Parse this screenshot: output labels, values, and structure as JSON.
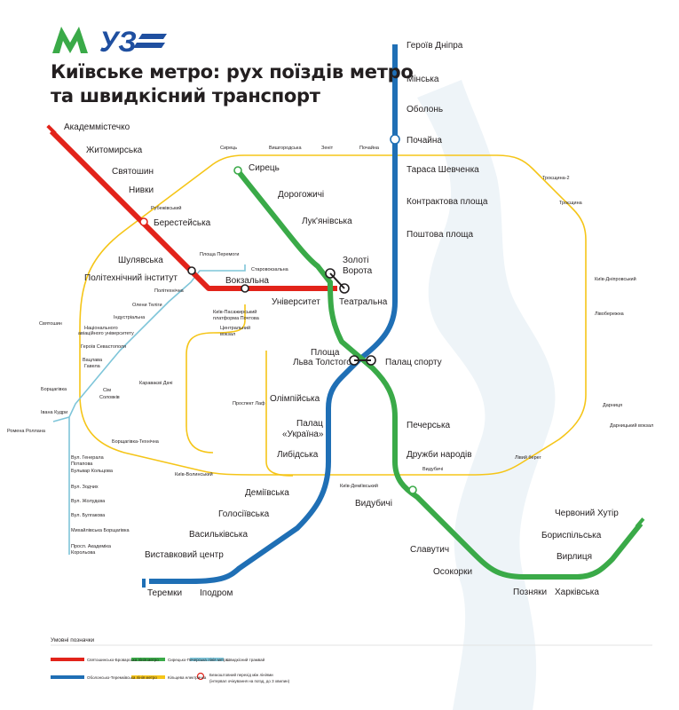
{
  "title_line1": "Київське метро: рух поїздів метро",
  "title_line2": "та швидкісний транспорт",
  "colors": {
    "red": "#e2231a",
    "blue": "#1f6fb5",
    "green": "#3aaa48",
    "yellow": "#f5c518",
    "lightblue": "#7ec5d9",
    "water": "#eef4f8"
  },
  "icons": [
    "metro-logo-icon",
    "uz-logo-icon",
    "interchange-icon",
    "railway-station-icon",
    "airport-icon"
  ],
  "labels": {
    "r_akad": "Академмістечко",
    "r_zhyt": "Житомирська",
    "r_sviat": "Святошин",
    "r_nyv": "Нивки",
    "r_ber": "Берестейська",
    "r_shul": "Шулявська",
    "r_poli": "Політехнічний інститут",
    "r_vokz": "Вокзальна",
    "r_univ": "Університет",
    "r_teat": "Театральна",
    "b_heroiv": "Героїв Дніпра",
    "b_minsk": "Мінська",
    "b_obol": "Оболонь",
    "b_poch": "Почайна",
    "b_taras": "Тараса Шевченка",
    "b_kontr": "Контрактова площа",
    "b_posht": "Поштова площа",
    "b_ploshcha1": "Площа",
    "b_ploshcha2": "Льва Толстого",
    "b_olimp": "Олімпійська",
    "b_palats1": "Палац",
    "b_palats2": "«Україна»",
    "b_lyb": "Либідська",
    "b_dem": "Деміївська",
    "b_holos": "Голосіївська",
    "b_vasyl": "Васильківська",
    "b_vyst": "Виставковий центр",
    "b_iprod": "Іподром",
    "b_terem": "Теремки",
    "g_syr": "Сирець",
    "g_dor": "Дорогожичі",
    "g_luk": "Лук'янівська",
    "g_zol1": "Золоті",
    "g_zol2": "Ворота",
    "g_palspor": "Палац спорту",
    "g_pech": "Печерська",
    "g_druzh": "Дружби народів",
    "g_vyd": "Видубичі",
    "g_slav": "Славутич",
    "g_osok": "Осокорки",
    "g_pozn": "Позняки",
    "g_khark": "Харківська",
    "g_vyrl": "Вирлиця",
    "g_borys": "Бориспільська",
    "g_cherv": "Червоний Хутір",
    "y_syrets": "Сирець",
    "y_vyshh": "Вишгородська",
    "y_zenit": "Зеніт",
    "y_poch": "Почайна",
    "y_troi2": "Троєщина-2",
    "y_troi": "Троєщина",
    "y_dnipr": "Київ-Дніпровський",
    "y_livob": "Лівобережна",
    "y_darn": "Дарниця",
    "y_darn2": "Дарницький вокзал",
    "y_livyi": "Лівий берег",
    "y_vydub": "Видубичі",
    "y_volyn": "Київ-Волинський",
    "y_kdem": "Київ-Деміївський",
    "y_prosp": "Проспект Лаф",
    "y_borsh": "Борщагівка-Технічна",
    "y_karav": "Караваєві Дачі",
    "y_sviat": "Святошин",
    "y_borshag": "Борщагівка",
    "y_rubezh": "Рубежівський",
    "y_vpas": "Київ-Пасажирський",
    "y_vpas2": "платформа Почтова",
    "y_vpas3": "Центральний",
    "y_vpas4": "вокзал",
    "l_ploshcha": "Площа Перемоги",
    "l_starovok": "Старовокзальна",
    "l_politekh": "Політехнічна",
    "l_oleny": "Олени Теліги",
    "l_indus": "Індустріальна",
    "l_natsak1": "Національного",
    "l_natsak2": "авіаційного університету",
    "l_heroiv": "Героїв Севастополя",
    "l_vasylk1": "Вацлава",
    "l_vasylk2": "Гавела",
    "l_sim1": "Сім",
    "l_sim2": "Соловків",
    "l_ivana": "Івана Кудри",
    "l_romen": "Ромена Роллана",
    "l_henlogv1": "Вул. Генерала",
    "l_henlogv2": "Потапова",
    "l_bulv": "Бульвар Кольцова",
    "l_jod": "Вул. Зодчих",
    "l_zhol": "Вул. Жолудєва",
    "l_bulg": "Вул. Булгакова",
    "l_mykh": "Михайлівська Борщагівка",
    "l_akad1": "Просп. Академіка",
    "l_akad2": "Корольова"
  },
  "legend": {
    "title": "Умовні позначки",
    "red": "Святошинсько-Броварська лінія метро",
    "green": "Сирецько-Печерська лінія метро",
    "lightblue": "Швидкісний трамвай",
    "blue": "Оболонсько-Теремківська лінія метро",
    "yellow": "Кільцева електричка",
    "interchange1": "Безкоштовний перехід між лініями",
    "interchange2": "(інтервал очікування на поїзд, до 3 хвилин)"
  }
}
